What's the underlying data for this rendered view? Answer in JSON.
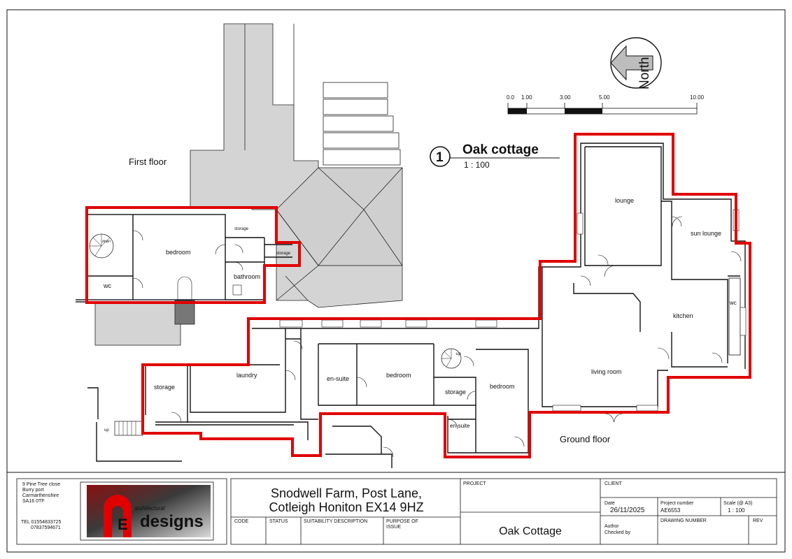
{
  "drawing": {
    "floor_labels": {
      "first": "First floor",
      "ground": "Ground floor"
    },
    "title": {
      "number": "1",
      "name": "Oak cottage",
      "scale": "1 : 100"
    },
    "north_label": "North",
    "scale_bar_ticks": [
      "0.0",
      "1.00",
      "3.00",
      "5.00",
      "10.00"
    ],
    "rooms_first": {
      "down": "down",
      "bedroom": "bedroom",
      "wc": "wc",
      "storage1": "storage",
      "storage2": "storage",
      "bathroom": "bathroom"
    },
    "rooms_ground": {
      "storage": "storage",
      "laundry": "laundry",
      "up_stairs": "up",
      "up_spiral": "up",
      "ensuite1": "en-suite",
      "bedroom1": "bedroom",
      "storage2": "storage",
      "bedroom2": "bedroom",
      "ensuite2": "en-suite",
      "living": "living room",
      "kitchen": "kitchen",
      "wc": "wc",
      "lounge": "lounge",
      "sun_lounge": "sun lounge"
    },
    "colors": {
      "boundary": "#e00000",
      "roof": "#d4d4d4",
      "wall": "#111111"
    }
  },
  "title_block": {
    "address_lines": [
      "9 Pine Tree close",
      "Burry port",
      "Carmarthenshire",
      "SA16 0TF"
    ],
    "tel_lines": [
      "TEL 01554833725",
      "07837594671"
    ],
    "logo": {
      "letter": "E",
      "small": "architectural",
      "word": "designs"
    },
    "site_lines": [
      "Snodwell Farm, Post Lane,",
      "Cotleigh Honiton EX14 9HZ"
    ],
    "columns": [
      "CODE",
      "STATUS",
      "SUITABILITY DESCRIPTION",
      "PURPOSE OF ISSUE"
    ],
    "project_label": "PROJECT",
    "project_name": "Oak Cottage",
    "client_label": "CLIENT",
    "date_label": "Date",
    "date_value": "26/11/2025",
    "project_number_label": "Project number",
    "project_number_value": "AE6553",
    "scale_label": "Scale (@ A3)",
    "scale_value": "1 : 100",
    "author_label": "Author",
    "checked_label": "Checked by",
    "drawing_number_label": "DRAWING NUMBER",
    "rev_label": "REV"
  }
}
